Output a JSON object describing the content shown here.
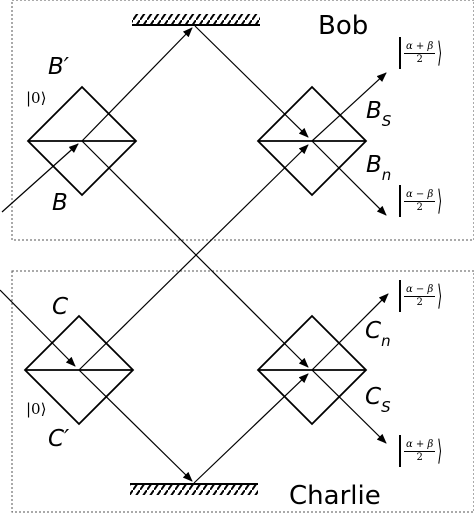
{
  "parties": {
    "bob": "Bob",
    "charlie": "Charlie"
  },
  "ports": {
    "b_prime": "B′",
    "b": "B",
    "bs": {
      "main": "B",
      "sub": "S"
    },
    "bn": {
      "main": "B",
      "sub": "n"
    },
    "c": "C",
    "c_prime": "C′",
    "cn": {
      "main": "C",
      "sub": "n"
    },
    "cs": {
      "main": "C",
      "sub": "S"
    }
  },
  "vacuum_states": {
    "bob": "|0⟩",
    "charlie": "|0⟩"
  },
  "output_states": {
    "bob_top": {
      "num": "α + β",
      "den": "2"
    },
    "bob_bottom": {
      "num": "α − β",
      "den": "2"
    },
    "charlie_top": {
      "num": "α − β",
      "den": "2"
    },
    "charlie_bottom": {
      "num": "α + β",
      "den": "2"
    }
  }
}
